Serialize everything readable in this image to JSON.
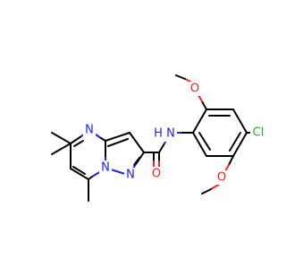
{
  "molecule": {
    "atom_colors": {
      "N": "#2020ff",
      "O": "#ff2020",
      "Cl": "#18b818",
      "C": "#000000"
    },
    "labels": {
      "n_pyrimidine": "N",
      "n_bridge": "N",
      "n_pyrazole": "N",
      "amide_n": "N",
      "amide_h": "H",
      "carbonyl_o": "O",
      "chloro": "Cl",
      "methoxy_top_o": "O",
      "methoxy_bottom_o": "O"
    }
  }
}
